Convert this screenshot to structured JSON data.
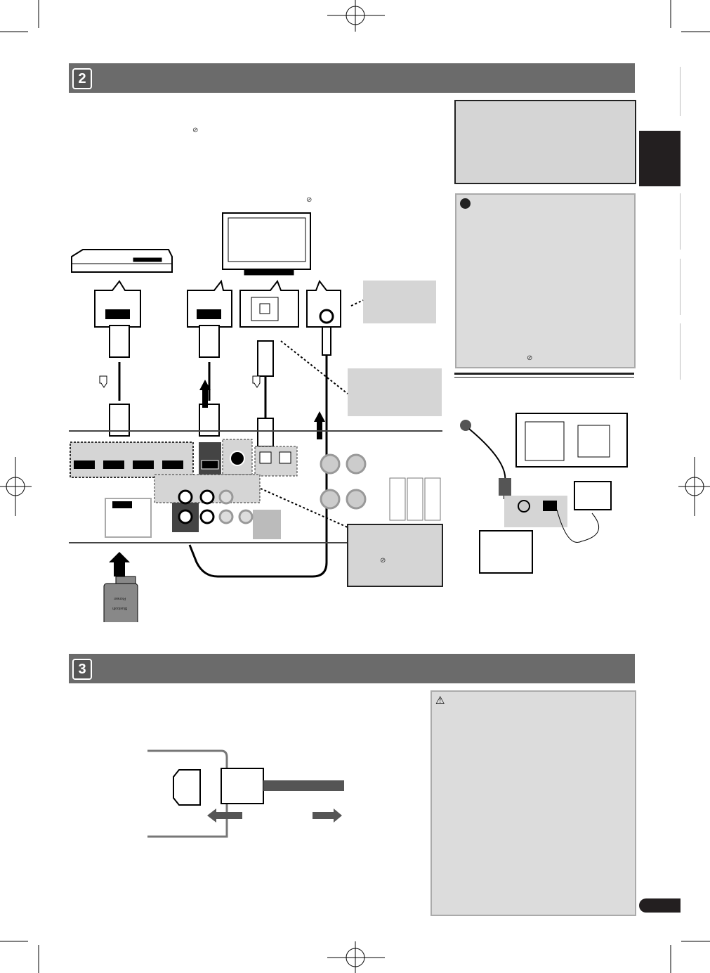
{
  "sections": [
    {
      "number": "2"
    },
    {
      "number": "3"
    }
  ],
  "adapter_logo": {
    "brand": "Pioneer",
    "wireless": "Bluetooth"
  },
  "icons": {
    "reference": "page-reference-icon",
    "important": "important-icon",
    "caution": "warning-icon"
  },
  "colors": {
    "band": "#6b6b6b",
    "panel": "#d5d5d5",
    "tab": "#231f20"
  }
}
